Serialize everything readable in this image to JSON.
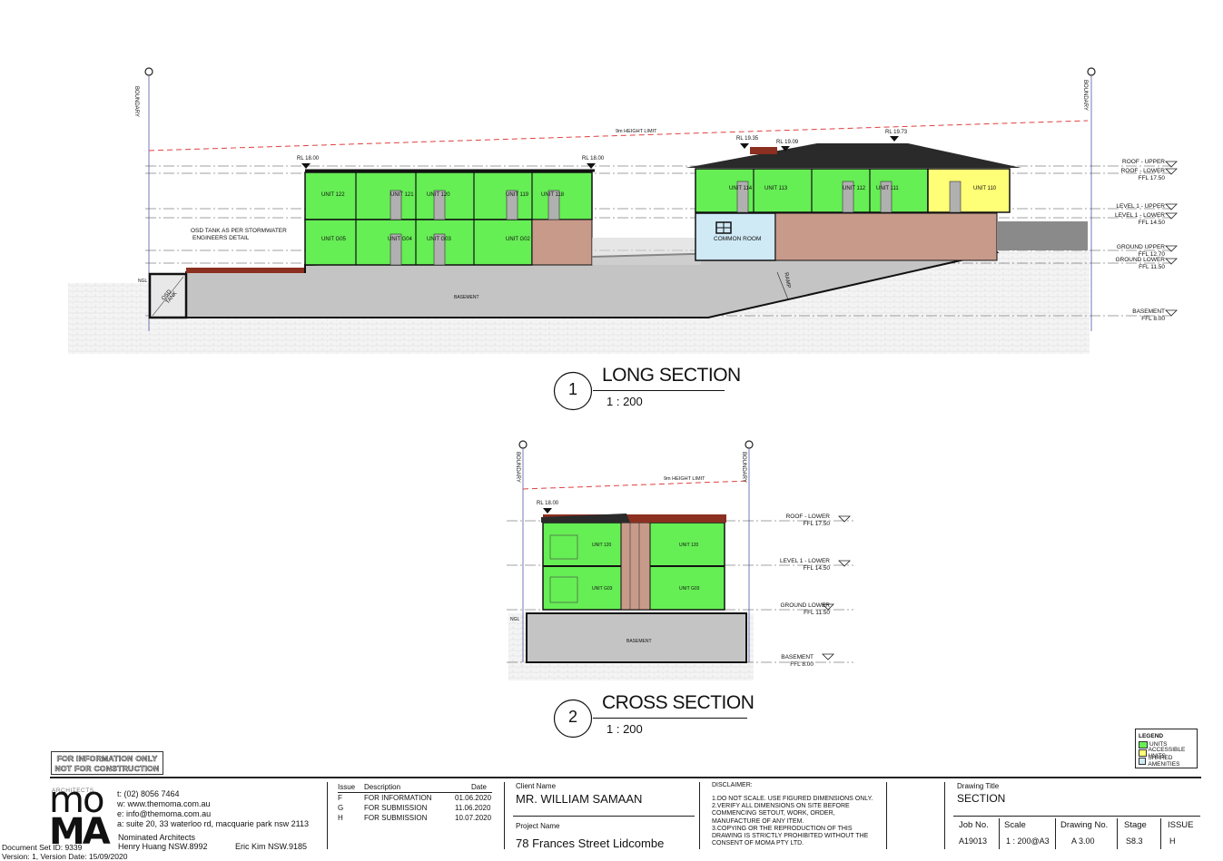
{
  "long_section": {
    "title": "LONG SECTION",
    "number": "1",
    "scale": "1 : 200",
    "boundary_label": "BOUNDARY",
    "height_limit": "9m HEIGHT LIMIT",
    "osd_note_line1": "OSD TANK AS PER STORMWATER",
    "osd_note_line2": "ENGINEERS DETAIL",
    "osd_tank": "OSD TANK",
    "ngl": "NGL",
    "basement": "BASEMENT",
    "common_room": "COMMON ROOM",
    "ramp": "RAMP",
    "rl_points": [
      "RL 18.00",
      "RL 18.00",
      "RL 19.35",
      "RL 19.09",
      "RL 19.73"
    ],
    "units_upper_left": [
      "UNIT 122",
      "UNIT 121",
      "UNIT 120",
      "UNIT 119",
      "UNIT 118"
    ],
    "units_lower_left": [
      "UNIT G05",
      "UNIT G04",
      "UNIT G03",
      "UNIT G02"
    ],
    "units_right": [
      "UNIT 114",
      "UNIT 113",
      "UNIT 112",
      "UNIT 111",
      "UNIT 110"
    ],
    "levels": [
      {
        "name": "ROOF - UPPER",
        "ffl": ""
      },
      {
        "name": "ROOF - LOWER",
        "ffl": "FFL 17.50"
      },
      {
        "name": "LEVEL 1 - UPPER",
        "ffl": ""
      },
      {
        "name": "LEVEL 1 - LOWER",
        "ffl": "FFL 14.50"
      },
      {
        "name": "GROUND UPPER",
        "ffl": "FFL 12.70"
      },
      {
        "name": "GROUND LOWER",
        "ffl": "FFL 11.50"
      },
      {
        "name": "BASEMENT",
        "ffl": "FFL 8.00"
      }
    ]
  },
  "cross_section": {
    "title": "CROSS SECTION",
    "number": "2",
    "scale": "1 : 200",
    "boundary_label": "BOUNDARY",
    "height_limit": "9m HEIGHT LIMIT",
    "rl": "RL 18.00",
    "ngl": "NGL",
    "basement": "BASEMENT",
    "units": [
      "UNIT 120",
      "UNIT 120",
      "UNIT G03",
      "UNIT G03"
    ],
    "levels": [
      {
        "name": "ROOF - LOWER",
        "ffl": "FFL 17.50"
      },
      {
        "name": "LEVEL 1 - LOWER",
        "ffl": "FFL 14.50"
      },
      {
        "name": "GROUND LOWER",
        "ffl": "FFL 11.50"
      },
      {
        "name": "BASEMENT",
        "ffl": "FFL 8.00"
      }
    ]
  },
  "legend": {
    "title": "LEGEND",
    "items": [
      {
        "label": "UNITS",
        "color": "#66ee55"
      },
      {
        "label": "ACCESSIBLE UNITS",
        "color": "#ffff77"
      },
      {
        "label": "SHARED AMENITIES",
        "color": "#cfe9f5"
      }
    ]
  },
  "stamp": {
    "line1": "FOR INFORMATION ONLY",
    "line2": "NOT FOR CONSTRUCTION"
  },
  "firm": {
    "architects": "ARCHITECTS",
    "logo_top": "mo",
    "logo_bottom": "MA",
    "phone": "t:  (02) 8056 7464",
    "web": "w:  www.themoma.com.au",
    "email": "e:  info@themoma.com.au",
    "address": "a:  suite 20, 33 waterloo rd, macquarie park nsw 2113",
    "nominated": "Nominated Architects",
    "arch1": "Henry Huang  NSW.8992",
    "arch2": "Eric Kim  NSW.9185"
  },
  "issues": {
    "headers": [
      "Issue",
      "Description",
      "Date"
    ],
    "rows": [
      [
        "F",
        "FOR INFORMATION",
        "01.06.2020"
      ],
      [
        "G",
        "FOR SUBMISSION",
        "11.06.2020"
      ],
      [
        "H",
        "FOR SUBMISSION",
        "10.07.2020"
      ]
    ]
  },
  "client": {
    "client_label": "Client Name",
    "client_name": "MR. WILLIAM SAMAAN",
    "project_label": "Project Name",
    "project_name": "78 Frances Street Lidcombe"
  },
  "disclaimer": {
    "title": "DISCLAIMER:",
    "lines": [
      "1.DO NOT SCALE. USE FIGURED DIMENSIONS ONLY.",
      "2.VERIFY ALL DIMENSIONS ON SITE BEFORE",
      "COMMENCING SETOUT, WORK, ORDER,",
      "MANUFACTURE OF ANY ITEM.",
      "3.COPYING OR THE REPRODUCTION OF THIS",
      "DRAWING IS STRICTLY PROHIBITED WITHOUT THE",
      "CONSENT OF MOMA PTY LTD."
    ]
  },
  "drawing": {
    "title_label": "Drawing Title",
    "title": "SECTION",
    "headers": [
      "Job No.",
      "Scale",
      "Drawing No.",
      "Stage",
      "ISSUE"
    ],
    "values": [
      "A19013",
      "1 : 200@A3",
      "A 3.00",
      "S8.3",
      "H"
    ]
  },
  "doc_meta": {
    "line1": "Document Set ID: 9339",
    "line2": "Version: 1, Version Date: 15/09/2020"
  }
}
